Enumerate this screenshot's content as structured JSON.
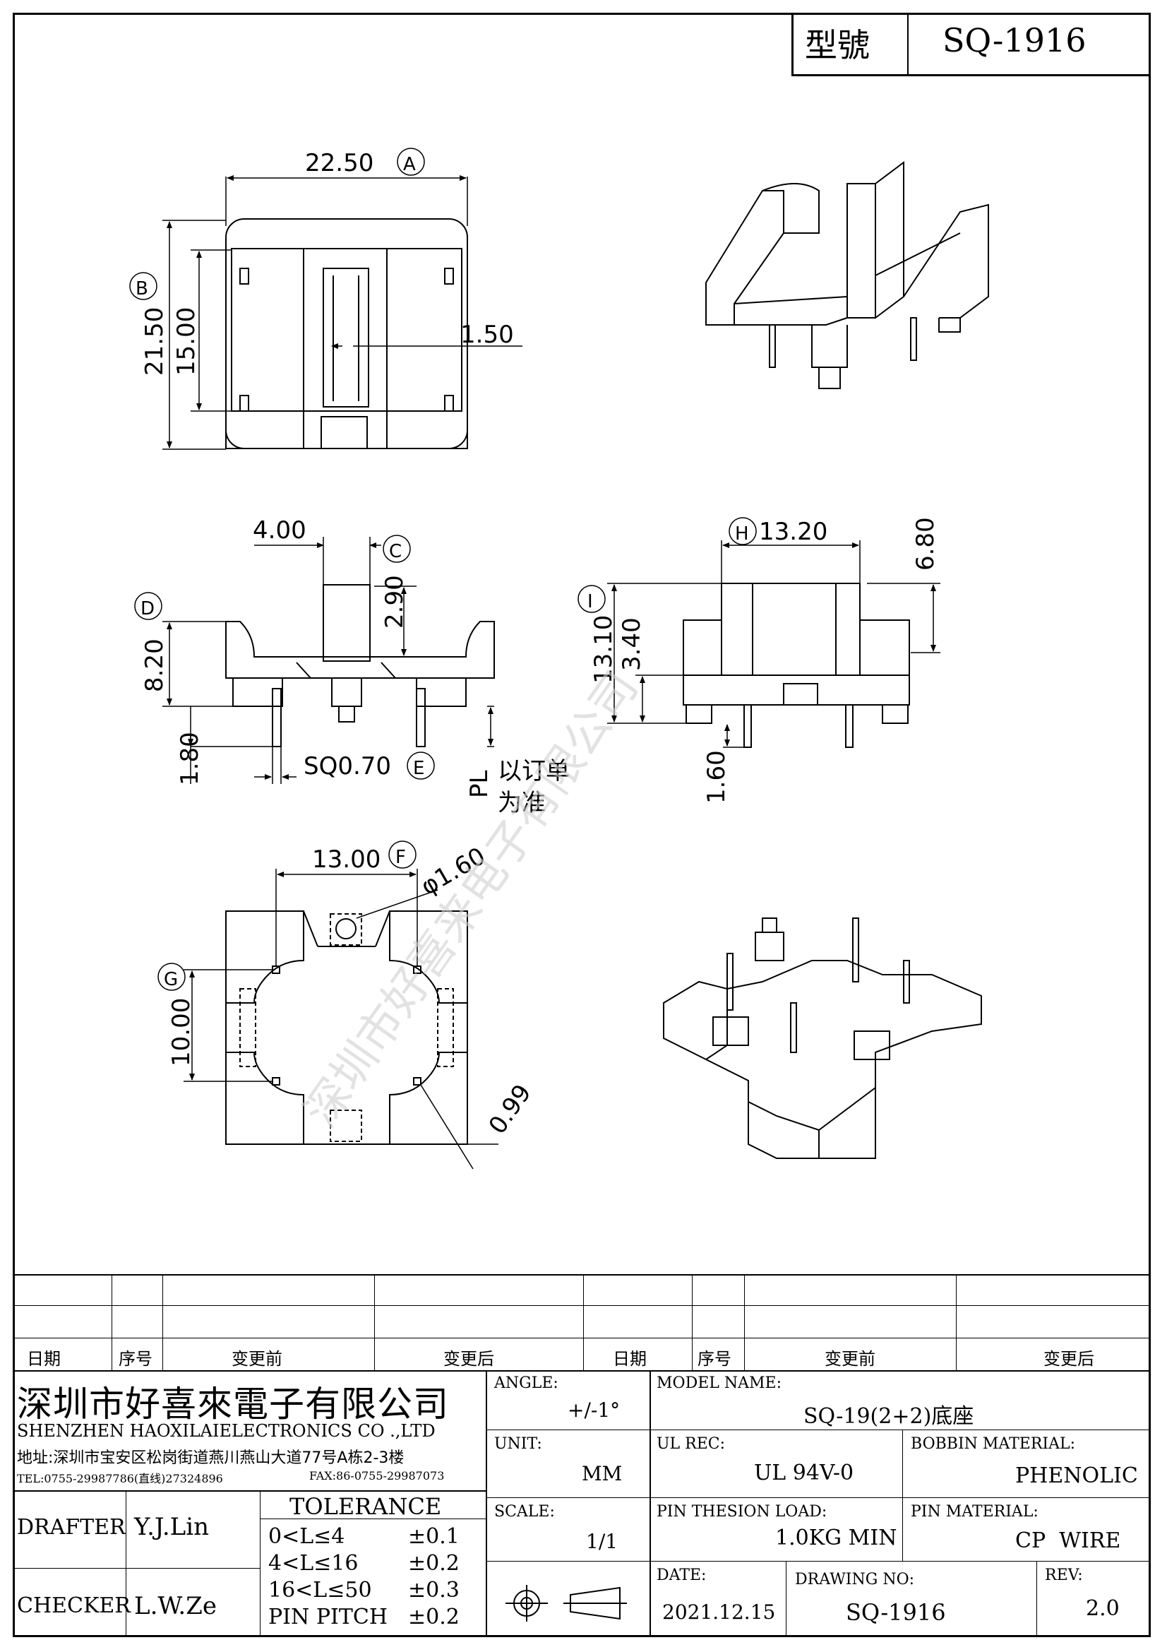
{
  "header": {
    "model_label": "型號",
    "model_value": "SQ-1916"
  },
  "dims": {
    "top_width": "22.50",
    "mark_a": "A",
    "left_height": "21.50",
    "mark_b": "B",
    "inner_height": "15.00",
    "slot": "1.50",
    "front_w": "4.00",
    "mark_c": "C",
    "front_h": "2.90",
    "mark_d": "D",
    "front_total": "8.20",
    "pin_len": "1.80",
    "sq": "SQ0.70",
    "mark_e": "E",
    "pl": "PL",
    "pl_note1": "以订单",
    "pl_note2": "为准",
    "mark_h": "H",
    "side_w": "13.20",
    "side_h": "6.80",
    "mark_i": "I",
    "side_total": "13.10",
    "side_mid": "3.40",
    "side_pin": "1.60",
    "bottom_w": "13.00",
    "mark_f": "F",
    "hole": "φ1.60",
    "mark_g": "G",
    "bottom_h": "10.00",
    "chamfer": "0.99"
  },
  "watermark": "深圳市好喜来电子有限公司",
  "revision_table": {
    "headers": [
      "日期",
      "序号",
      "变更前",
      "变更后",
      "日期",
      "序号",
      "变更前",
      "变更后"
    ]
  },
  "company": {
    "name_cn": "深圳市好喜來電子有限公司",
    "name_en": "SHENZHEN HAOXILAIELECTRONICS CO .,LTD",
    "address": "地址:深圳市宝安区松岗街道燕川燕山大道77号A栋2-3楼",
    "tel": "TEL:0755-29987786(直线)27324896",
    "fax": "FAX:86-0755-29987073"
  },
  "title_block": {
    "angle_label": "ANGLE:",
    "angle_value": "+/-1°",
    "model_name_label": "MODEL NAME:",
    "model_name_value": "SQ-19(2+2)底座",
    "unit_label": "UNIT:",
    "unit_value": "MM",
    "ul_label": "UL REC:",
    "ul_value": "UL 94V-0",
    "bobbin_label": "BOBBIN MATERIAL:",
    "bobbin_value": "PHENOLIC",
    "scale_label": "SCALE:",
    "scale_value": "1/1",
    "pin_load_label": "PIN THESION LOAD:",
    "pin_load_value": "1.0KG MIN",
    "pin_material_label": "PIN MATERIAL:",
    "pin_material_value": "CP  WIRE",
    "date_label": "DATE:",
    "date_value": "2021.12.15",
    "drawing_label": "DRAWING NO:",
    "drawing_value": "SQ-1916",
    "rev_label": "REV:",
    "rev_value": "2.0",
    "drafter_label": "DRAFTER",
    "drafter_value": "Y.J.Lin",
    "checker_label": "CHECKER",
    "checker_value": "L.W.Ze",
    "tolerance_title": "TOLERANCE",
    "tolerance_rows": [
      {
        "range": "0<L≤4",
        "tol": "±0.1"
      },
      {
        "range": "4<L≤16",
        "tol": "±0.2"
      },
      {
        "range": "16<L≤50",
        "tol": "±0.3"
      },
      {
        "range": "PIN PITCH",
        "tol": "±0.2"
      }
    ]
  }
}
